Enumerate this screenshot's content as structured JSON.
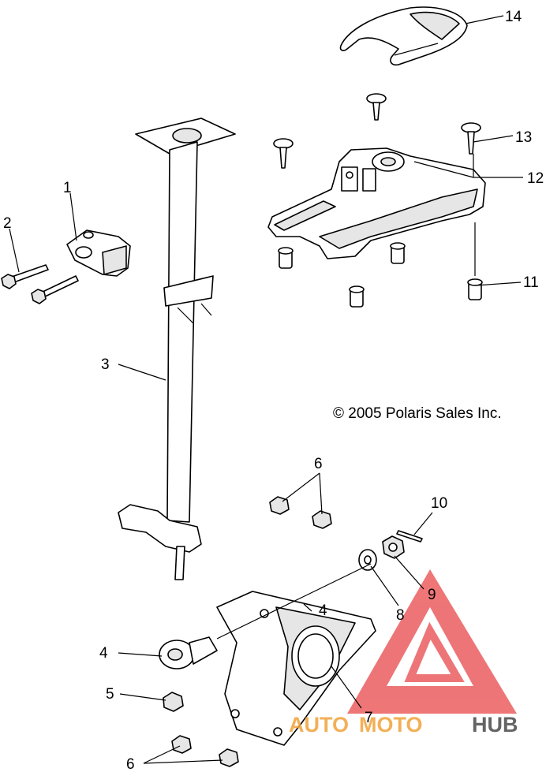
{
  "copyright": "© 2005 Polaris Sales Inc.",
  "callouts": [
    "1",
    "2",
    "3",
    "4",
    "4",
    "5",
    "6",
    "6",
    "7",
    "8",
    "9",
    "10",
    "11",
    "12",
    "13",
    "14"
  ],
  "watermark": {
    "text_auto": "AUTO",
    "text_moto": "MOTO",
    "text_hub": "HUB",
    "color_red": "#e8484a",
    "color_orange": "#f2a23a",
    "color_gray": "#4a4a4a"
  }
}
